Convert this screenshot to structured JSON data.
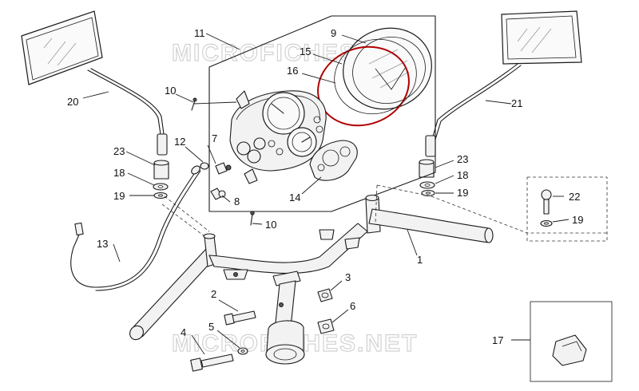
{
  "watermarks": [
    "MICROFICHES.NET",
    "MICROFICHES.NET"
  ],
  "labels": {
    "l1": "1",
    "l2": "2",
    "l3": "3",
    "l4": "4",
    "l5": "5",
    "l6": "6",
    "l7": "7",
    "l8": "8",
    "l9": "9",
    "l10a": "10",
    "l10b": "10",
    "l11": "11",
    "l12": "12",
    "l13": "13",
    "l14": "14",
    "l15": "15",
    "l16": "16",
    "l17": "17",
    "l18a": "18",
    "l18b": "18",
    "l19a": "19",
    "l19b": "19",
    "l19c": "19",
    "l20": "20",
    "l21": "21",
    "l22": "22",
    "l23a": "23",
    "l23b": "23"
  }
}
